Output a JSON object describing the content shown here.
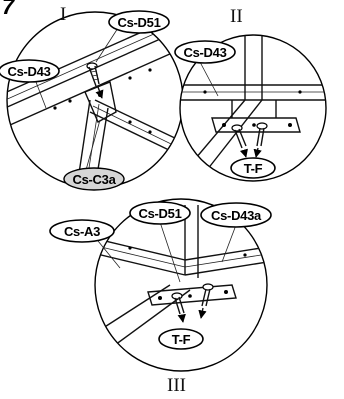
{
  "step_number": "7",
  "panels": {
    "one": {
      "roman": "I",
      "labels": {
        "top": "Cs-D51",
        "left": "Cs-D43",
        "bottom": "Cs-C3a"
      }
    },
    "two": {
      "roman": "II",
      "labels": {
        "top": "Cs-D43",
        "bottom": "T-F"
      }
    },
    "three": {
      "roman": "III",
      "labels": {
        "top_mid": "Cs-D51",
        "top_right": "Cs-D43a",
        "left": "Cs-A3",
        "bottom": "T-F"
      }
    }
  }
}
